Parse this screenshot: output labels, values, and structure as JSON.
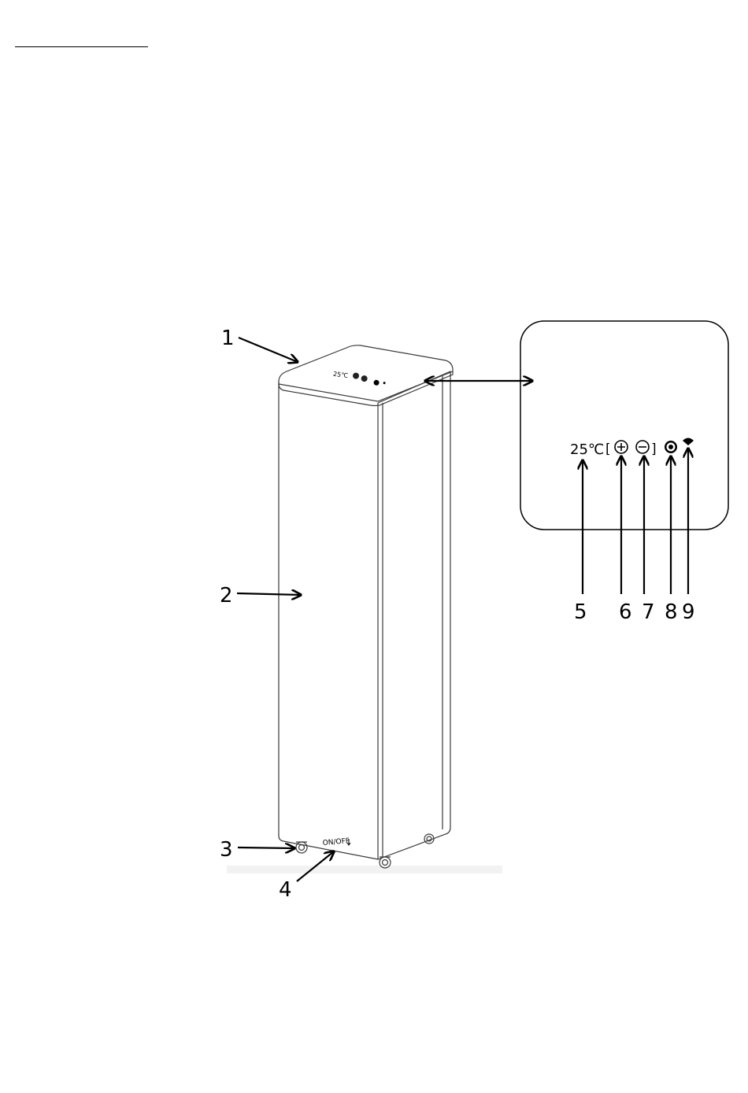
{
  "panel": {
    "temperature": "25℃",
    "bracket_open": "[",
    "bracket_close": "]"
  },
  "device": {
    "switch_label": "ON/OFF",
    "mini_temperature": "25℃"
  },
  "callouts": [
    "1",
    "2",
    "3",
    "4",
    "5",
    "6",
    "7",
    "8",
    "9"
  ],
  "colors": {
    "line": "#000000",
    "device_outline": "#3a3a3a",
    "background": "#ffffff"
  }
}
